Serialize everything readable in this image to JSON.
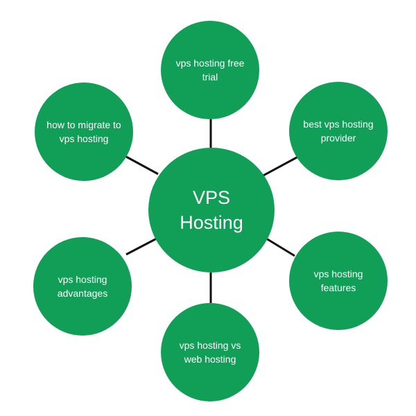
{
  "colors": {
    "node_fill": "#119E56",
    "text": "#FFFFFF",
    "connector": "#111111",
    "background": "#FFFFFF"
  },
  "center": {
    "label": "VPS Hosting"
  },
  "nodes": {
    "top": {
      "label": "vps hosting free trial"
    },
    "top_right": {
      "label": "best vps hosting provider"
    },
    "bottom_right": {
      "label": "vps hosting features"
    },
    "bottom": {
      "label": "vps hosting vs web hosting"
    },
    "bottom_left": {
      "label": "vps hosting advantages"
    },
    "top_left": {
      "label": "how to migrate to vps hosting"
    }
  }
}
